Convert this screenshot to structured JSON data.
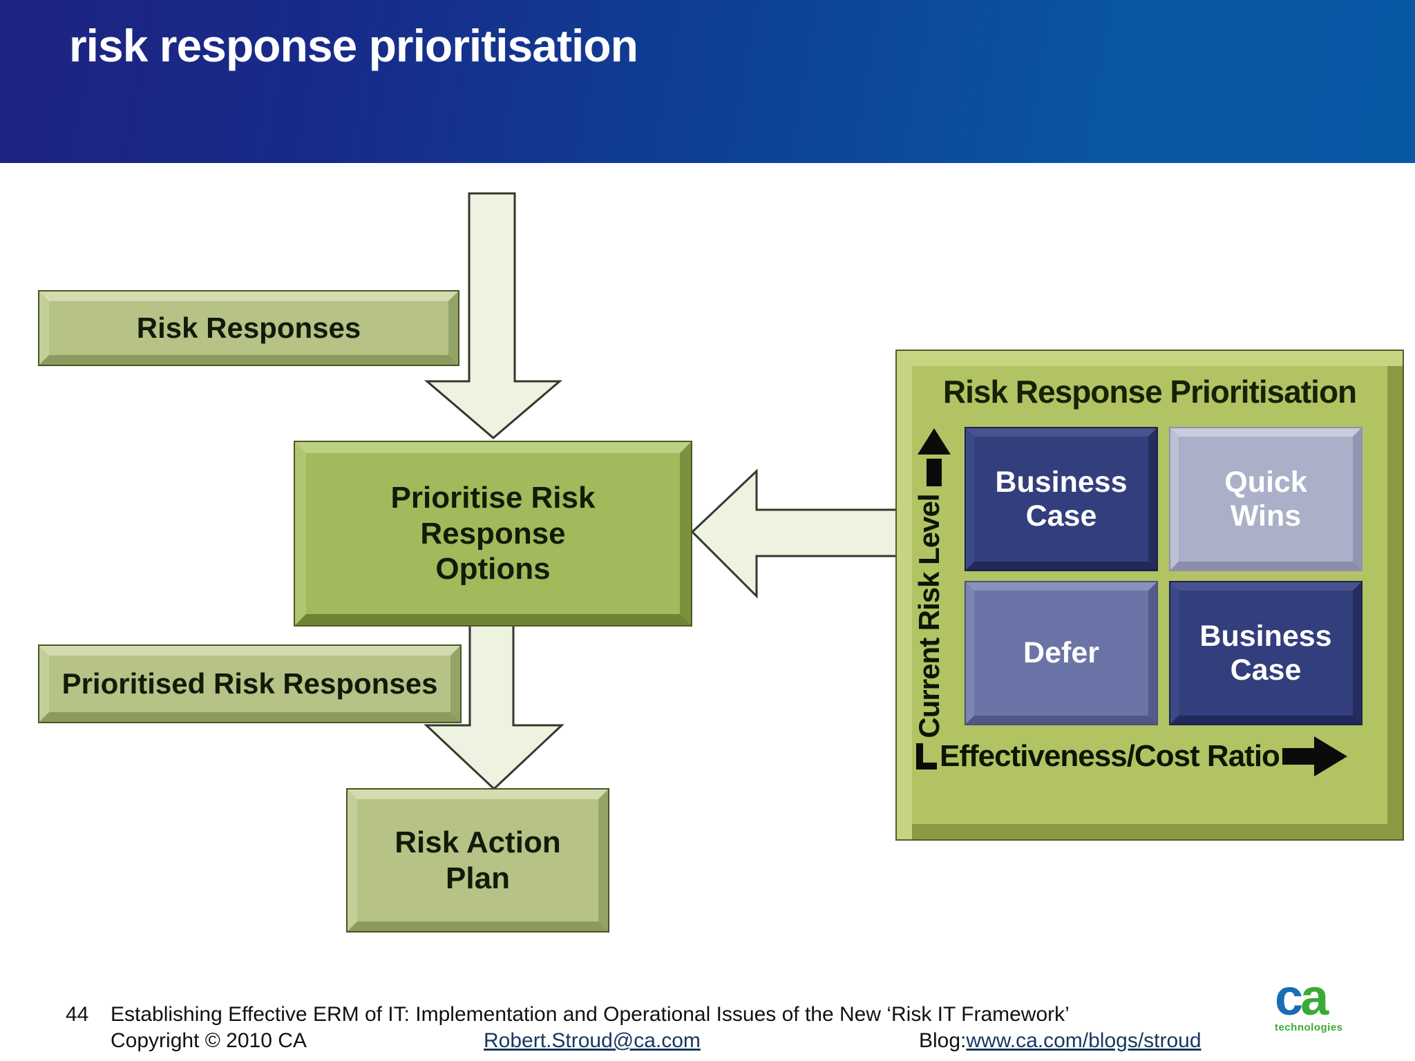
{
  "header": {
    "title": "risk response prioritisation"
  },
  "flowchart": {
    "risk_responses": "Risk Responses",
    "prioritise_options": "Prioritise Risk\nResponse\nOptions",
    "prioritised_responses": "Prioritised Risk Responses",
    "risk_action_plan": "Risk Action\nPlan"
  },
  "matrix": {
    "title": "Risk Response Prioritisation",
    "y_axis": "Current Risk Level",
    "x_axis": "Effectiveness/Cost Ratio",
    "quadrants": {
      "top_left": "Business\nCase",
      "top_right": "Quick\nWins",
      "bottom_left": "Defer",
      "bottom_right": "Business\nCase"
    }
  },
  "footer": {
    "page_number": "44",
    "title_line": "Establishing Effective ERM of IT: Implementation and Operational Issues of the New ‘Risk IT Framework’",
    "copyright": "Copyright © 2010 CA",
    "email": "Robert.Stroud@ca.com",
    "blog_label": "Blog:",
    "blog_url": "www.ca.com/blogs/stroud"
  },
  "logo": {
    "brand_c": "c",
    "brand_a": "a",
    "sub": "technologies"
  },
  "colors": {
    "header_gradient_left": "#1e2381",
    "header_gradient_right": "#0958a6",
    "box_sage": "#b6c286",
    "box_bright_green": "#a0ba5c",
    "panel_green": "#b2c363",
    "quadrant_navy": "#333e7d",
    "quadrant_light_slate": "#abb0c9",
    "quadrant_mid_slate": "#6b74a7",
    "arrow_fill": "#eef2e1",
    "link_color": "#17375e",
    "logo_blue": "#1a6cb5",
    "logo_green": "#3aaa35"
  }
}
